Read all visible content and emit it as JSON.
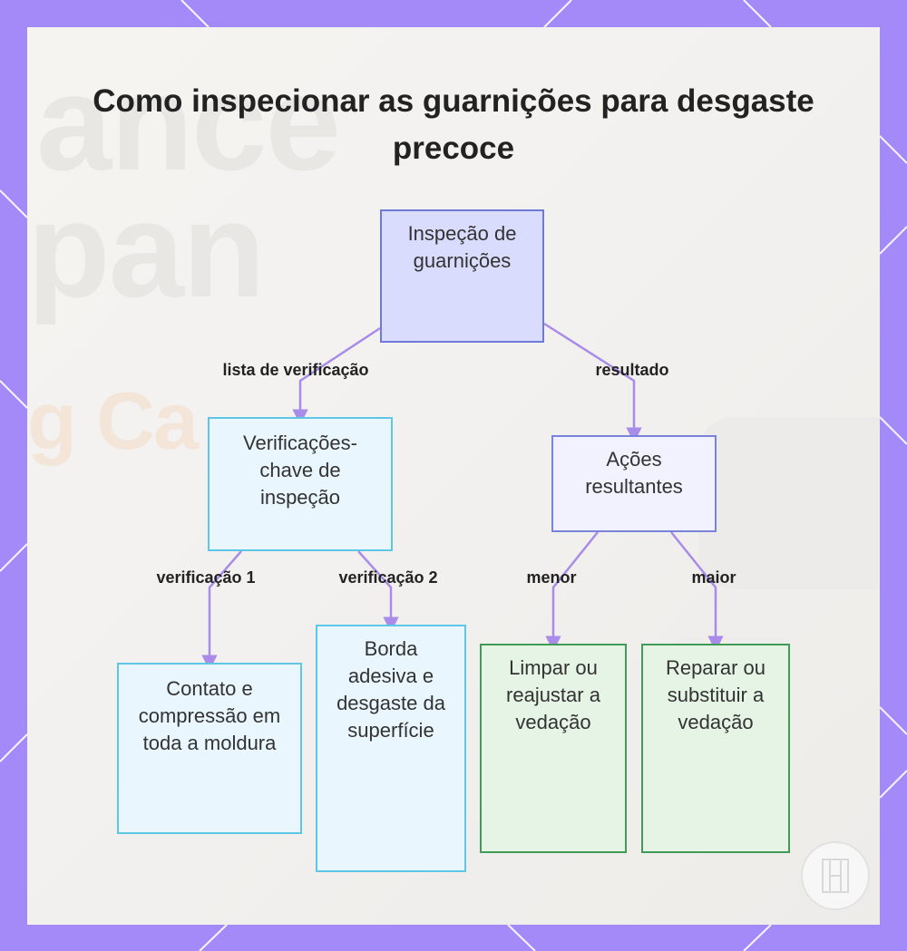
{
  "title": "Como inspecionar as guarnições para desgaste precoce",
  "background_text": [
    "ance",
    "pan",
    "g Ca"
  ],
  "nodes": {
    "root": "Inspeção de guarnições",
    "checks": "Verificações-chave de inspeção",
    "actions": "Ações resultantes",
    "contact": "Contato e compressão em toda a moldura",
    "edge": "Borda adesiva e desgaste da superfície",
    "clean": "Limpar ou reajustar a vedação",
    "repair": "Reparar ou substituir a vedação"
  },
  "edge_labels": {
    "checklist": "lista de verificação",
    "result": "resultado",
    "check1": "verificação 1",
    "check2": "verificação 2",
    "minor": "menor",
    "major": "maior"
  },
  "colors": {
    "frame": "#a38af8",
    "edge_line": "#a98bea",
    "root_fill": "#dadcfd",
    "check_fill": "#eaf6fd",
    "action_fill": "#e6f4e5"
  }
}
